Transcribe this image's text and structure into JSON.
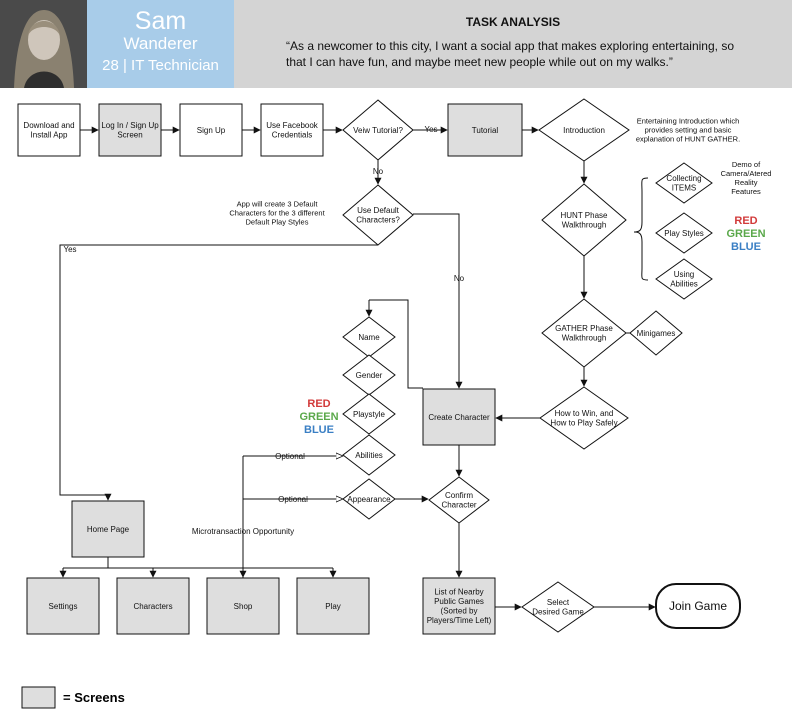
{
  "persona": {
    "name": "Sam",
    "role": "Wanderer",
    "job": "28 | IT Technician"
  },
  "task": {
    "title": "TASK ANALYSIS",
    "quote": "“As a newcomer to this city, I want a social app that makes exploring entertaining, so that I can have fun, and maybe meet new people while out on my walks.”"
  },
  "nodes": {
    "download": [
      "Download and",
      "Install App"
    ],
    "login": [
      "Log In / Sign Up",
      "Screen"
    ],
    "signup": [
      "Sign Up"
    ],
    "facebook": [
      "Use Facebook",
      "Credentials"
    ],
    "view_tutorial": [
      "Veiw Tutorial?"
    ],
    "tutorial": [
      "Tutorial"
    ],
    "introduction": [
      "Introduction"
    ],
    "default_chars": [
      "Use Default",
      "Characters?"
    ],
    "hunt": [
      "HUNT Phase",
      "Walkthrough"
    ],
    "collecting": [
      "Collecting",
      "ITEMS"
    ],
    "playstyles": [
      "Play Styles"
    ],
    "abilities_hunt": [
      "Using",
      "Abilities"
    ],
    "gather": [
      "GATHER Phase",
      "Walkthrough"
    ],
    "minigames": [
      "Minigames"
    ],
    "howtowin": [
      "How to Win, and",
      "How to Play Safely"
    ],
    "create_character": [
      "Create Character"
    ],
    "name": [
      "Name"
    ],
    "gender": [
      "Gender"
    ],
    "playstyle": [
      "Playstyle"
    ],
    "abilities": [
      "Abilities"
    ],
    "appearance": [
      "Appearance"
    ],
    "confirm": [
      "Confirm",
      "Character"
    ],
    "home": [
      "Home Page"
    ],
    "settings": [
      "Settings"
    ],
    "characters": [
      "Characters"
    ],
    "shop": [
      "Shop"
    ],
    "play": [
      "Play"
    ],
    "public_games": [
      "List of Nearby",
      "Public Games",
      "(Sorted by",
      "Players/Time Left)"
    ],
    "select_game": [
      "Select",
      "Desired Game"
    ],
    "join_game": [
      "Join Game"
    ]
  },
  "labels": {
    "yes_tutorial": "Yes",
    "no_tutorial": "No",
    "yes_default": "Yes",
    "no_default": "No",
    "optional1": "Optional",
    "optional2": "Optional",
    "microtransaction": "Microtransaction Opportunity",
    "intro_note": [
      "Entertaining Introduction which",
      "provides setting and basic",
      "explanation of HUNT GATHER."
    ],
    "demo_note": [
      "Demo of",
      "Camera/Atered",
      "Reality",
      "Features"
    ],
    "default_note": [
      "App will create 3 Default",
      "Characters for the 3 different",
      "Default Play Styles"
    ]
  },
  "colors_right": {
    "red": "RED",
    "green": "GREEN",
    "blue": "BLUE"
  },
  "colors_left": {
    "red": "RED",
    "green": "GREEN",
    "blue": "BLUE"
  },
  "palette": {
    "red": "#d23a3a",
    "green": "#5aa84a",
    "blue": "#3a7fc4",
    "screen_fill": "#dedede",
    "persona_bg": "#a8cce9",
    "task_bg": "#d4d4d4"
  },
  "legend": {
    "label": "= Screens"
  }
}
